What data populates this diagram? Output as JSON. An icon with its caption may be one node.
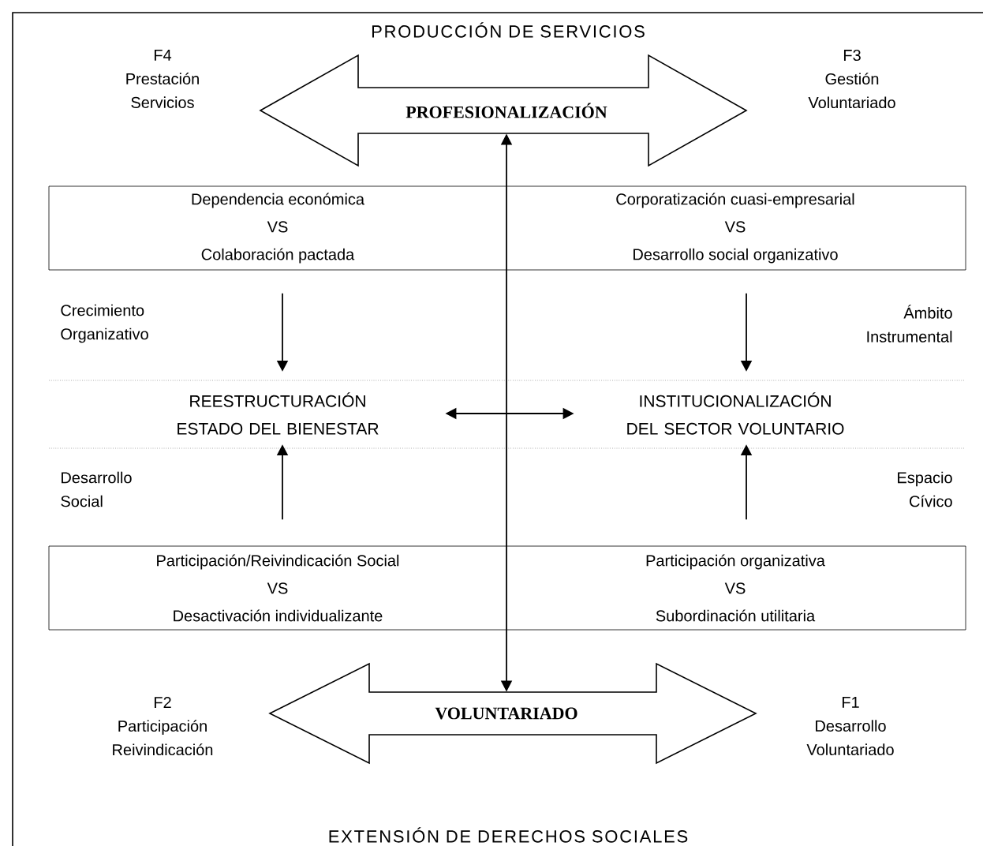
{
  "diagram": {
    "nodes": [
      {
        "text": [
          "PROFESIONALIZACIÓN"
        ]
      },
      {
        "text": [],
        "shape": "box"
      },
      {
        "text": [
          "Dependencia económica",
          "VS",
          "Colaboración pactada"
        ],
        "in": 1
      },
      {
        "text": [
          "Corporatización cuasi-empresarial",
          "VS",
          "Desarrollo social organizativo"
        ],
        "in": 1
      },
      {
        "text": [
          "REESTRUCTURACIÓN ESTADO DEL BIENESTAR"
        ]
      },
      {
        "text": [
          "INSTITUCIONALIZACIÓN DEL SECTOR VOLUNTARIO"
        ]
      },
      {
        "text": [],
        "shape": "box"
      },
      {
        "text": [
          "Participación/Reivindicación Social",
          "VS",
          "Desactivación individualizante"
        ],
        "in": 6
      },
      {
        "text": [
          "Participación organizativa",
          "VS",
          "Subordinación utilitaria"
        ],
        "in": 6
      },
      {
        "text": [
          "VOLUNTARIADO"
        ]
      }
    ],
    "edges": [
      {
        "from": 2,
        "to": 4,
        "arrow": "to"
      },
      {
        "from": 3,
        "to": 5,
        "arrow": "to"
      },
      {
        "from": 4,
        "to": 5,
        "arrow": "both"
      },
      {
        "from": 7,
        "to": 4,
        "arrow": "to"
      },
      {
        "from": 8,
        "to": 5,
        "arrow": "to"
      },
      {
        "from": 9,
        "to": 0,
        "arrow": "both"
      }
    ],
    "labels": [
      "PRODUCCIÓN DE SERVICIOS",
      "F4 Prestación Servicios",
      "F3 Gestión Voluntariado",
      "Crecimiento Organizativo",
      "Ámbito Instrumental",
      "Desarrollo Social",
      "Espacio Cívico",
      "F2 Participación Reivindicación",
      "F1 Desarrollo Voluntariado",
      "EXTENSIÓN DE DERECHOS SOCIALES"
    ]
  }
}
